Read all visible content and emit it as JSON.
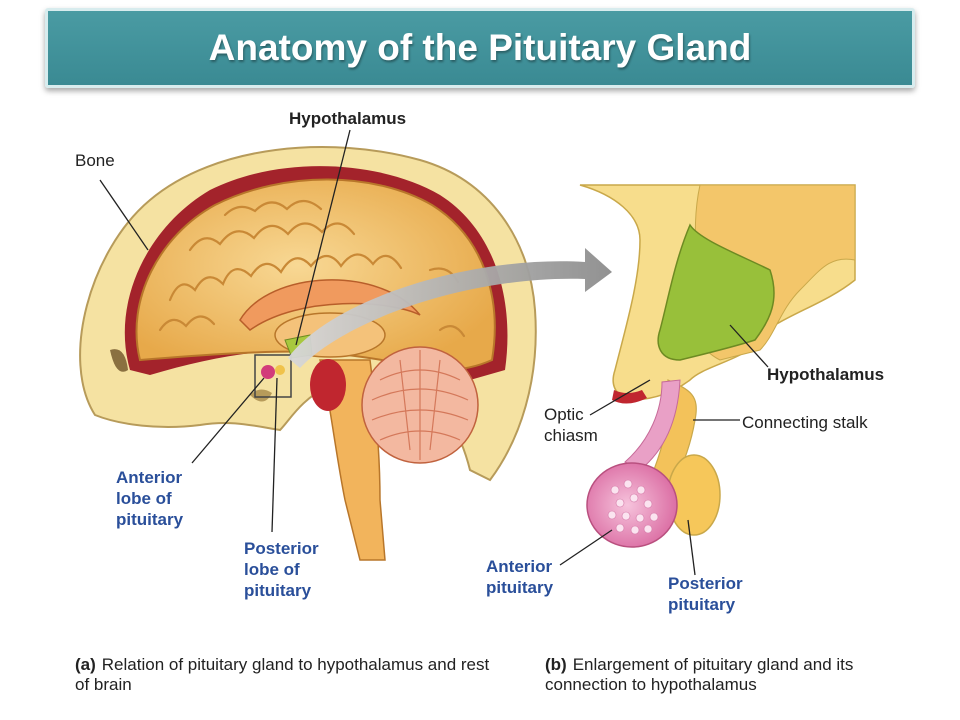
{
  "title": "Anatomy of the Pituitary Gland",
  "labels": {
    "hypothalamus_a": "Hypothalamus",
    "bone": "Bone",
    "anterior_lobe": "Anterior\nlobe of\npituitary",
    "posterior_lobe": "Posterior\nlobe of\npituitary",
    "hypothalamus_b": "Hypothalamus",
    "optic_chiasm": "Optic\nchiasm",
    "connecting_stalk": "Connecting stalk",
    "anterior_pituitary": "Anterior\npituitary",
    "posterior_pituitary": "Posterior\npituitary"
  },
  "captions": {
    "a_tag": "(a)",
    "a_text": "Relation of pituitary gland to hypothalamus and rest of brain",
    "b_tag": "(b)",
    "b_text": "Enlargement of pituitary gland and its connection to hypothalamus"
  },
  "colors": {
    "title_bg": "#3f929b",
    "label_blue": "#2a4f9a",
    "brain": "#f3c16a",
    "bone": "#f6e3a0",
    "hypothalamus": "#8fb73a",
    "pituitary_anterior": "#e38ab5"
  }
}
